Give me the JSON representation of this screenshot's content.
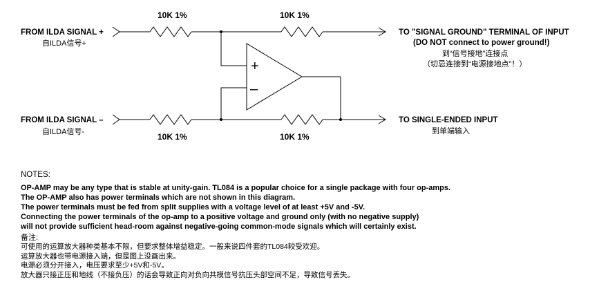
{
  "inputs": {
    "plus_en": "FROM ILDA SIGNAL +",
    "plus_cn": "自ILDA信号+",
    "minus_en": "FROM ILDA SIGNAL –",
    "minus_cn": "自ILDA信号-"
  },
  "resistors": {
    "top_left": "10K 1%",
    "top_right": "10K 1%",
    "bottom_left": "10K 1%",
    "bottom_right": "10K 1%"
  },
  "opamp": {
    "plus": "+",
    "minus": "–"
  },
  "outputs": {
    "ground_en_1": "TO \"SIGNAL GROUND\" TERMINAL OF INPUT",
    "ground_en_2": "(DO NOT connect to power ground!)",
    "ground_cn_1": "到“信号接地”连接点",
    "ground_cn_2": "（切忌连接到“电源接地点”！）",
    "single_en": "TO SINGLE-ENDED INPUT",
    "single_cn": "到单端输入"
  },
  "notes": {
    "title": "NOTES:",
    "en": [
      "OP-AMP may be any type that is stable at unity-gain. TL084 is a popular choice for a single package with four op-amps.",
      "The OP-AMP also has power terminals which are not shown in this diagram.",
      "The power terminals must be fed from split supplies with a voltage level of at least +5V and -5V.",
      "Connecting the power terminals of the op-amp to a positive voltage and ground only (with no negative supply)",
      "will not provide sufficient head-room against negative-going common-mode signals which will certainly exist."
    ],
    "cn_title": "备注:",
    "cn": [
      "可使用的运算放大器种类基本不限，但要求整体增益稳定。一般来说四件套的TL084较受欢迎。",
      "运算放大器也带电源接入端，但是图上没画出来。",
      "电源必须分开接入，电压要求至少+5V和-5V。",
      "放大器只接正压和地线（不接负压）的话会导致正向对负向共模信号抗压头部空间不足，导致信号丢失。"
    ]
  }
}
